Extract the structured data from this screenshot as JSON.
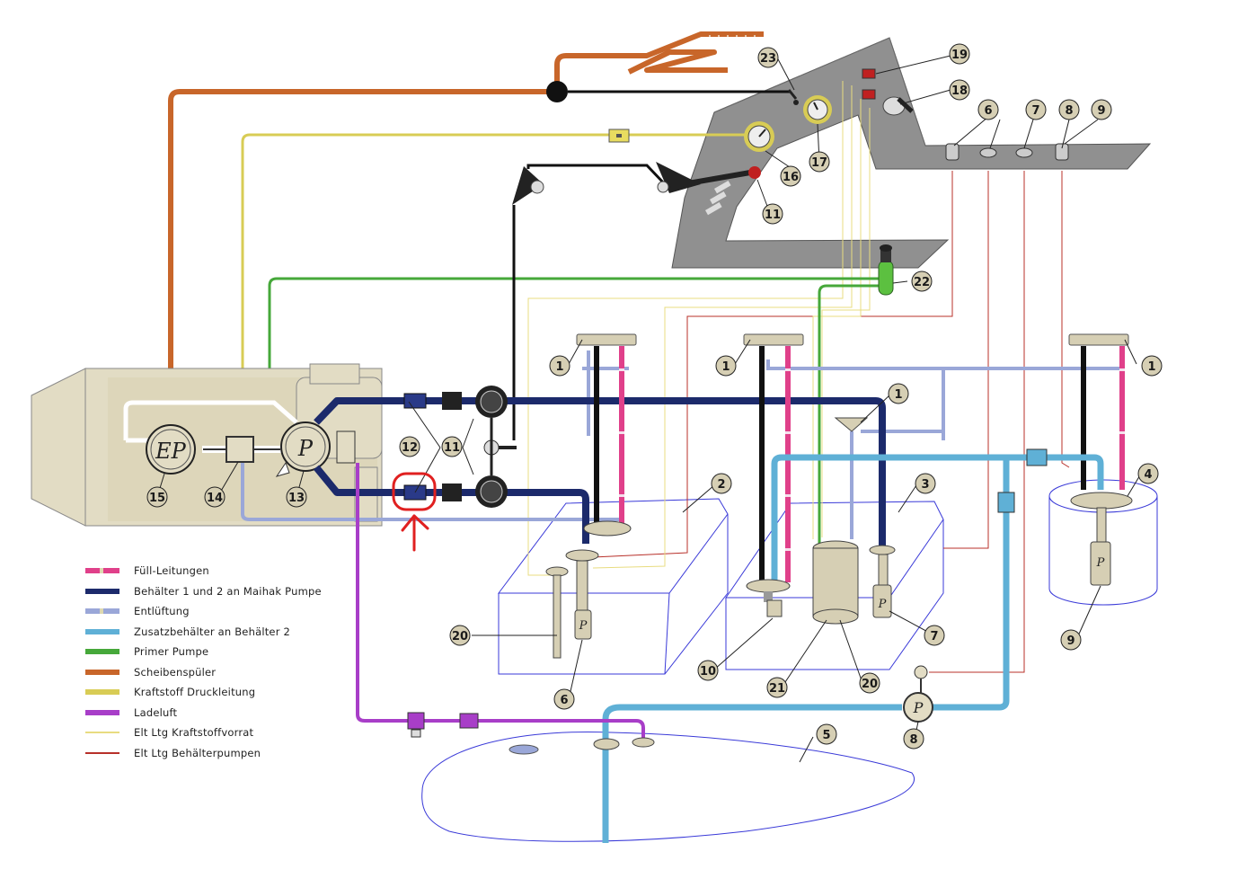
{
  "legend": [
    {
      "label": "Füll-Leitungen",
      "color": "#e0408a",
      "marked": true,
      "thin": false
    },
    {
      "label": "Behälter 1 und 2 an Maihak Pumpe",
      "color": "#1c2a6b",
      "marked": false,
      "thin": false
    },
    {
      "label": "Entlüftung",
      "color": "#9aa7d8",
      "marked": true,
      "thin": false
    },
    {
      "label": "Zusatzbehälter an Behälter 2",
      "color": "#5fb0d6",
      "marked": false,
      "thin": false
    },
    {
      "label": "Primer Pumpe",
      "color": "#46a83a",
      "marked": false,
      "thin": false
    },
    {
      "label": "Scheibenspüler",
      "color": "#c8662a",
      "marked": false,
      "thin": false
    },
    {
      "label": "Kraftstoff Druckleitung",
      "color": "#d8cc55",
      "marked": false,
      "thin": false
    },
    {
      "label": "Ladeluft",
      "color": "#a83ec8",
      "marked": false,
      "thin": false
    },
    {
      "label": "Elt Ltg Kraftstoffvorrat",
      "color": "#e8dc80",
      "marked": false,
      "thin": true
    },
    {
      "label": "Elt Ltg Behälterpumpen",
      "color": "#b8302a",
      "marked": false,
      "thin": true
    }
  ],
  "engine": {
    "ep_label": "EP",
    "p_label": "P"
  },
  "pump_letter": "P",
  "callouts": {
    "n1": "1",
    "n2": "2",
    "n3": "3",
    "n4": "4",
    "n5": "5",
    "n6": "6",
    "n7": "7",
    "n8": "8",
    "n9": "9",
    "n10": "10",
    "n11": "11",
    "n12": "12",
    "n13": "13",
    "n14": "14",
    "n15": "15",
    "n16": "16",
    "n17": "17",
    "n18": "18",
    "n19": "19",
    "n20": "20",
    "n21": "21",
    "n22": "22",
    "n23": "23"
  },
  "colors": {
    "panel": "#909090",
    "engine": "#e2dcc4",
    "highlight": "#e02020"
  }
}
